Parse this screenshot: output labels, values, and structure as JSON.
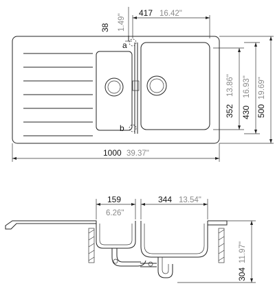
{
  "plan_view": {
    "overall_width": {
      "mm": "1000",
      "inch": "39.37\""
    },
    "overall_depth": {
      "mm": "500",
      "inch": "19.69\""
    },
    "main_bowl_width": {
      "mm": "417",
      "inch": "16.42\""
    },
    "main_bowl_depth": {
      "mm": "430",
      "inch": "16.93\""
    },
    "small_bowl_depth": {
      "mm": "352",
      "inch": "13.86\""
    },
    "edge_offset": {
      "mm": "38",
      "inch": "1.49\""
    },
    "point_a": "a",
    "point_b": "b"
  },
  "section_view": {
    "small_bowl_width": {
      "mm": "159",
      "inch": "6.26\""
    },
    "main_bowl_width": {
      "mm": "344",
      "inch": "13.54\""
    },
    "bowl_height": {
      "mm": "304",
      "inch": "11.97\""
    }
  }
}
